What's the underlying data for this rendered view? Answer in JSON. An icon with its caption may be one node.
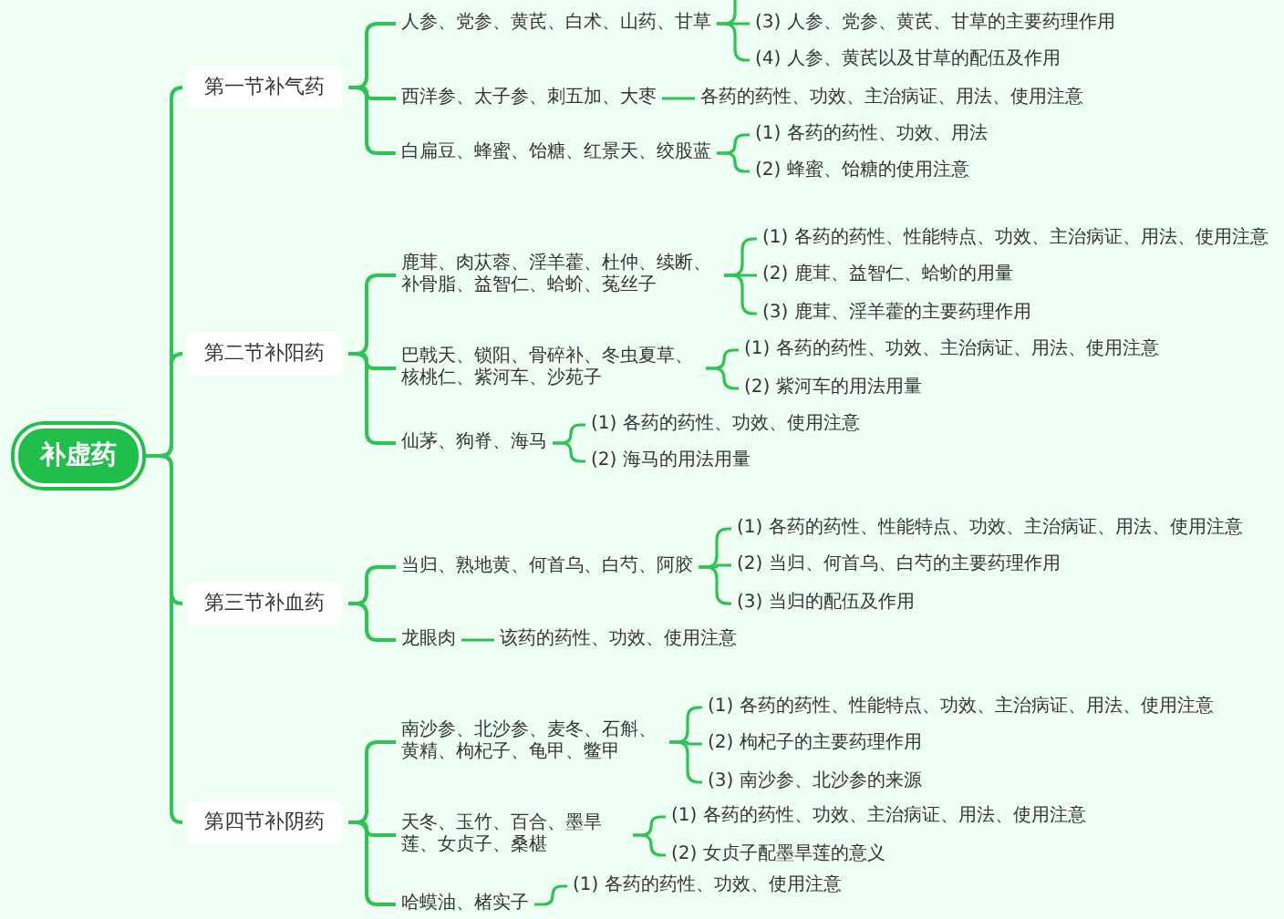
{
  "diagram": {
    "nodes": [
      {
        "text": [
          "补虚药"
        ]
      },
      {
        "text": [
          "第一节补气药"
        ]
      },
      {
        "text": [
          "人参、党参、黄芪、白术、山药、甘草"
        ]
      },
      {
        "text": [
          "(3) 人参、党参、黄芪、甘草的主要药理作用"
        ]
      },
      {
        "text": [
          "(4) 人参、黄芪以及甘草的配伍及作用"
        ]
      },
      {
        "text": [
          "西洋参、太子参、刺五加、大枣"
        ]
      },
      {
        "text": [
          "各药的药性、功效、主治病证、用法、使用注意"
        ]
      },
      {
        "text": [
          "白扁豆、蜂蜜、饴糖、红景天、绞股蓝"
        ]
      },
      {
        "text": [
          "(1) 各药的药性、功效、用法"
        ]
      },
      {
        "text": [
          "(2) 蜂蜜、饴糖的使用注意"
        ]
      },
      {
        "text": [
          "第二节补阳药"
        ]
      },
      {
        "text": [
          "鹿茸、肉苁蓉、淫羊藿、杜仲、续断、补骨脂、益智仁、蛤蚧、菟丝子"
        ]
      },
      {
        "text": [
          "(1) 各药的药性、性能特点、功效、主治病证、用法、使用注意"
        ]
      },
      {
        "text": [
          "(2) 鹿茸、益智仁、蛤蚧的用量"
        ]
      },
      {
        "text": [
          "(3) 鹿茸、淫羊藿的主要药理作用"
        ]
      },
      {
        "text": [
          "巴戟天、锁阳、骨碎补、冬虫夏草、核桃仁、紫河车、沙苑子"
        ]
      },
      {
        "text": [
          "(1) 各药的药性、功效、主治病证、用法、使用注意"
        ]
      },
      {
        "text": [
          "(2) 紫河车的用法用量"
        ]
      },
      {
        "text": [
          "仙茅、狗脊、海马"
        ]
      },
      {
        "text": [
          "(1) 各药的药性、功效、使用注意"
        ]
      },
      {
        "text": [
          "(2) 海马的用法用量"
        ]
      },
      {
        "text": [
          "第三节补血药"
        ]
      },
      {
        "text": [
          "当归、熟地黄、何首乌、白芍、阿胶"
        ]
      },
      {
        "text": [
          "(1) 各药的药性、性能特点、功效、主治病证、用法、使用注意"
        ]
      },
      {
        "text": [
          "(2) 当归、何首乌、白芍的主要药理作用"
        ]
      },
      {
        "text": [
          "(3) 当归的配伍及作用"
        ]
      },
      {
        "text": [
          "龙眼肉"
        ]
      },
      {
        "text": [
          "该药的药性、功效、使用注意"
        ]
      },
      {
        "text": [
          "第四节补阴药"
        ]
      },
      {
        "text": [
          "南沙参、北沙参、麦冬、石斛、黄精、枸杞子、龟甲、鳖甲"
        ]
      },
      {
        "text": [
          "(1) 各药的药性、性能特点、功效、主治病证、用法、使用注意"
        ]
      },
      {
        "text": [
          "(2) 枸杞子的主要药理作用"
        ]
      },
      {
        "text": [
          "(3) 南沙参、北沙参的来源"
        ]
      },
      {
        "text": [
          "天冬、玉竹、百合、墨旱莲、女贞子、桑椹"
        ]
      },
      {
        "text": [
          "(1) 各药的药性、功效、主治病证、用法、使用注意"
        ]
      },
      {
        "text": [
          "(2) 女贞子配墨旱莲的意义"
        ]
      },
      {
        "text": [
          "哈蟆油、楮实子"
        ]
      },
      {
        "text": [
          "(1) 各药的药性、功效、使用注意"
        ]
      }
    ],
    "edges": [
      {
        "from": 0,
        "to": 1,
        "arrow": "none"
      },
      {
        "from": 1,
        "to": 2,
        "arrow": "none"
      },
      {
        "from": 2,
        "to": null,
        "arrow": "none"
      },
      {
        "from": 2,
        "to": 3,
        "arrow": "none"
      },
      {
        "from": 2,
        "to": 4,
        "arrow": "none"
      },
      {
        "from": 1,
        "to": 5,
        "arrow": "none"
      },
      {
        "from": 5,
        "to": 6,
        "arrow": "none"
      },
      {
        "from": 1,
        "to": 7,
        "arrow": "none"
      },
      {
        "from": 7,
        "to": 8,
        "arrow": "none"
      },
      {
        "from": 7,
        "to": 9,
        "arrow": "none"
      },
      {
        "from": 0,
        "to": 10,
        "arrow": "none"
      },
      {
        "from": 10,
        "to": 11,
        "arrow": "none"
      },
      {
        "from": 11,
        "to": 12,
        "arrow": "none"
      },
      {
        "from": 11,
        "to": 13,
        "arrow": "none"
      },
      {
        "from": 11,
        "to": 14,
        "arrow": "none"
      },
      {
        "from": 10,
        "to": 15,
        "arrow": "none"
      },
      {
        "from": 15,
        "to": 16,
        "arrow": "none"
      },
      {
        "from": 15,
        "to": 17,
        "arrow": "none"
      },
      {
        "from": 10,
        "to": 18,
        "arrow": "none"
      },
      {
        "from": 18,
        "to": 19,
        "arrow": "none"
      },
      {
        "from": 18,
        "to": 20,
        "arrow": "none"
      },
      {
        "from": 0,
        "to": 21,
        "arrow": "none"
      },
      {
        "from": 21,
        "to": 22,
        "arrow": "none"
      },
      {
        "from": 22,
        "to": 23,
        "arrow": "none"
      },
      {
        "from": 22,
        "to": 24,
        "arrow": "none"
      },
      {
        "from": 22,
        "to": 25,
        "arrow": "none"
      },
      {
        "from": 21,
        "to": 26,
        "arrow": "none"
      },
      {
        "from": 26,
        "to": 27,
        "arrow": "none"
      },
      {
        "from": 0,
        "to": 28,
        "arrow": "none"
      },
      {
        "from": 28,
        "to": 29,
        "arrow": "none"
      },
      {
        "from": 29,
        "to": 30,
        "arrow": "none"
      },
      {
        "from": 29,
        "to": 31,
        "arrow": "none"
      },
      {
        "from": 29,
        "to": 32,
        "arrow": "none"
      },
      {
        "from": 28,
        "to": 33,
        "arrow": "none"
      },
      {
        "from": 33,
        "to": 34,
        "arrow": "none"
      },
      {
        "from": 33,
        "to": 35,
        "arrow": "none"
      },
      {
        "from": 28,
        "to": 36,
        "arrow": "none"
      },
      {
        "from": 36,
        "to": 37,
        "arrow": "none"
      }
    ]
  }
}
